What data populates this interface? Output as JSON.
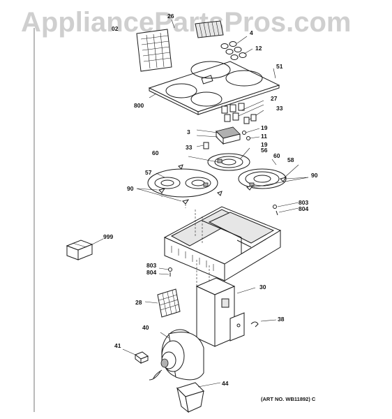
{
  "watermark": "AppliancePartsPros.com",
  "art_number": "(ART NO. WB11892) C",
  "parts": {
    "p02": "02",
    "p26": "26",
    "p4": "4",
    "p12": "12",
    "p51": "51",
    "p800": "800",
    "p27": "27",
    "p33a": "33",
    "p3": "3",
    "p19a": "19",
    "p11": "11",
    "p19b": "19",
    "p33b": "33",
    "p60a": "60",
    "p56": "56",
    "p60b": "60",
    "p58": "58",
    "p57": "57",
    "p90a": "90",
    "p90b": "90",
    "p803a": "803",
    "p804a": "804",
    "p999": "999",
    "p803b": "803",
    "p804b": "804",
    "p30": "30",
    "p28": "28",
    "p38": "38",
    "p40": "40",
    "p41": "41",
    "p44": "44"
  }
}
